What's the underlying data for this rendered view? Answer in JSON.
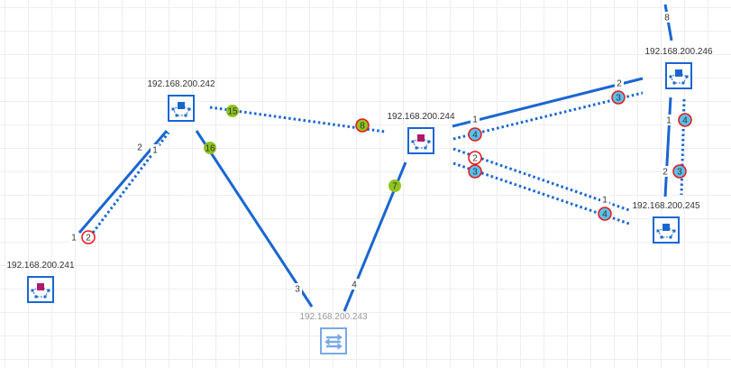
{
  "nodes": [
    {
      "id": "n241",
      "ip": "192.168.200.241",
      "type": "router",
      "core_color": "#b0186e"
    },
    {
      "id": "n242",
      "ip": "192.168.200.242",
      "type": "router",
      "core_color": "#1a66d1"
    },
    {
      "id": "n243",
      "ip": "192.168.200.243",
      "type": "switch",
      "core_color": "#7aa9e6"
    },
    {
      "id": "n244",
      "ip": "192.168.200.244",
      "type": "router",
      "core_color": "#b0186e"
    },
    {
      "id": "n245",
      "ip": "192.168.200.245",
      "type": "router",
      "core_color": "#1a66d1"
    },
    {
      "id": "n246",
      "ip": "192.168.200.246",
      "type": "router",
      "core_color": "#1a66d1"
    }
  ],
  "links": [
    {
      "from": "n241",
      "to": "n242",
      "style": "solid",
      "ports": [
        {
          "text": "1",
          "badge": "plain"
        },
        {
          "text": "2",
          "badge": "plain"
        }
      ]
    },
    {
      "from": "n241",
      "to": "n242",
      "style": "dotted",
      "ports": [
        {
          "text": "2",
          "badge": "white-red"
        },
        {
          "text": "1",
          "badge": "plain-orange"
        }
      ]
    },
    {
      "from": "n242",
      "to": "n244",
      "style": "dotted",
      "ports": [
        {
          "text": "15",
          "badge": "green"
        },
        {
          "text": "8",
          "badge": "green-red"
        }
      ]
    },
    {
      "from": "n242",
      "to": "n243",
      "style": "solid",
      "ports": [
        {
          "text": "16",
          "badge": "green"
        },
        {
          "text": "3",
          "badge": "plain"
        }
      ]
    },
    {
      "from": "n244",
      "to": "n243",
      "style": "solid",
      "ports": [
        {
          "text": "7",
          "badge": "green"
        },
        {
          "text": "4",
          "badge": "plain"
        }
      ]
    },
    {
      "from": "n244",
      "to": "n246",
      "style": "solid",
      "ports": [
        {
          "text": "1",
          "badge": "plain"
        },
        {
          "text": "2",
          "badge": "plain"
        }
      ]
    },
    {
      "from": "n244",
      "to": "n246",
      "style": "dotted",
      "ports": [
        {
          "text": "4",
          "badge": "blue-red"
        },
        {
          "text": "3",
          "badge": "blue-red"
        }
      ]
    },
    {
      "from": "n244",
      "to": "n245",
      "style": "dotted",
      "ports": [
        {
          "text": "2",
          "badge": "white-red"
        },
        {
          "text": "1",
          "badge": "plain"
        }
      ]
    },
    {
      "from": "n244",
      "to": "n245",
      "style": "dotted",
      "ports": [
        {
          "text": "3",
          "badge": "blue-red"
        },
        {
          "text": "4",
          "badge": "blue-red"
        }
      ]
    },
    {
      "from": "n246",
      "to": "n245",
      "style": "solid",
      "ports": [
        {
          "text": "1",
          "badge": "plain"
        },
        {
          "text": "2",
          "badge": "plain"
        }
      ]
    },
    {
      "from": "n246",
      "to": "n245",
      "style": "dotted",
      "ports": [
        {
          "text": "4",
          "badge": "blue-red"
        },
        {
          "text": "3",
          "badge": "blue-red"
        }
      ]
    },
    {
      "from": "offscreen",
      "to": "n246",
      "style": "solid",
      "ports": [
        {
          "text": "8",
          "badge": "plain"
        }
      ]
    }
  ],
  "colors": {
    "link": "#1a66d1",
    "green": "#8fc31f",
    "blue": "#5bc0eb",
    "red": "#e8161b",
    "switch": "#7aa9e6"
  }
}
